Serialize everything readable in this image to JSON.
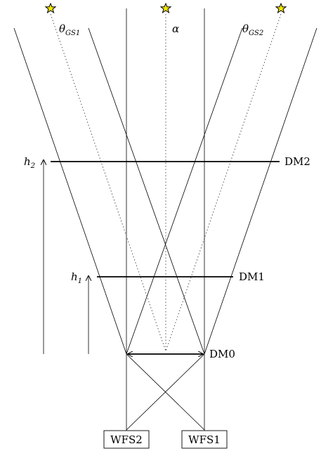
{
  "stars": {
    "left_label": {
      "base": "θ",
      "sub": "GS1"
    },
    "center_label": "α",
    "right_label": {
      "base": "θ",
      "sub": "GS2"
    },
    "star_color": "#f2e600"
  },
  "planes": {
    "dm2": {
      "label": "DM2",
      "height_label": {
        "base": "h",
        "sub": "2"
      }
    },
    "dm1": {
      "label": "DM1",
      "height_label": {
        "base": "h",
        "sub": "1"
      }
    },
    "dm0": {
      "label": "DM0"
    }
  },
  "sensors": {
    "wfs2": "WFS2",
    "wfs1": "WFS1"
  }
}
